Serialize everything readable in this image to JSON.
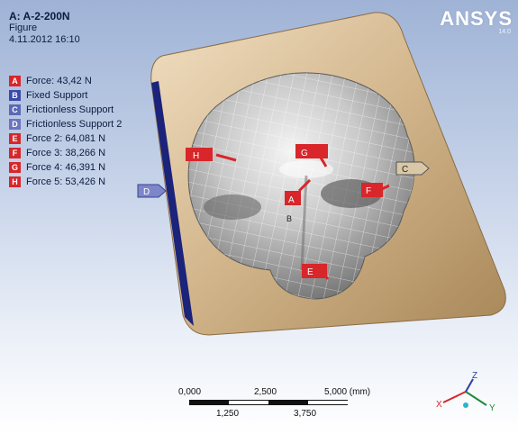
{
  "header": {
    "title": "A: A-2-200N",
    "subtitle": "Figure",
    "date": "4.11.2012 16:10"
  },
  "logo": {
    "text": "ANSYS",
    "version": "14.0"
  },
  "legend": [
    {
      "key": "A",
      "label": "Force: 43,42 N",
      "color": "#d8262a"
    },
    {
      "key": "B",
      "label": "Fixed Support",
      "color": "#3b4aa8"
    },
    {
      "key": "C",
      "label": "Frictionless Support",
      "color": "#5d68b5"
    },
    {
      "key": "D",
      "label": "Frictionless Support 2",
      "color": "#6c74c0"
    },
    {
      "key": "E",
      "label": "Force 2: 64,081 N",
      "color": "#d8262a"
    },
    {
      "key": "F",
      "label": "Force 3: 38,266 N",
      "color": "#d8262a"
    },
    {
      "key": "G",
      "label": "Force 4: 46,391 N",
      "color": "#d8262a"
    },
    {
      "key": "H",
      "label": "Force 5: 53,426 N",
      "color": "#d8262a"
    }
  ],
  "model_tags": {
    "A": "A",
    "B": "B",
    "C": "C",
    "D": "D",
    "E": "E",
    "F": "F",
    "G": "G",
    "H": "H"
  },
  "scale": {
    "top_labels": [
      "0,000",
      "2,500",
      "5,000 (mm)"
    ],
    "bottom_labels": [
      "1,250",
      "3,750"
    ]
  },
  "triad": {
    "x": "X",
    "y": "Y",
    "z": "Z"
  },
  "colors": {
    "force": "#d8262a",
    "support": "#5d68b5",
    "block": "#c9ad84",
    "surface": "#bfbfbf"
  }
}
